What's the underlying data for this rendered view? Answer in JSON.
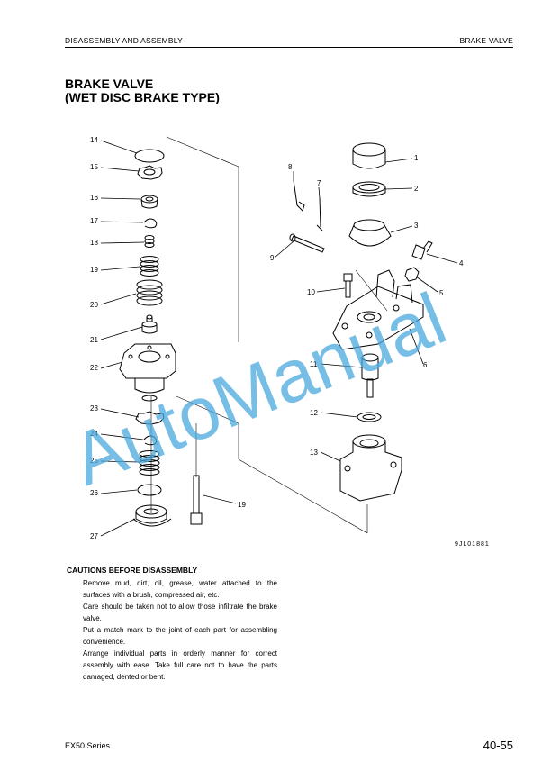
{
  "header": {
    "section": "DISASSEMBLY AND ASSEMBLY",
    "topic": "BRAKE VALVE"
  },
  "title": {
    "line1": "BRAKE VALVE",
    "line2": "(WET DISC BRAKE TYPE)"
  },
  "diagram": {
    "callouts": [
      "1",
      "2",
      "3",
      "4",
      "5",
      "6",
      "7",
      "8",
      "9",
      "10",
      "11",
      "12",
      "13",
      "14",
      "15",
      "16",
      "17",
      "18",
      "19",
      "20",
      "21",
      "22",
      "23",
      "24",
      "25",
      "26",
      "27",
      "19"
    ],
    "drawing_code": "9JL01881",
    "watermark": "AutoManual",
    "watermark_color": "#4aa8de"
  },
  "cautions": {
    "heading": "CAUTIONS BEFORE DISASSEMBLY",
    "items": [
      "Remove mud, dirt, oil, grease, water attached to the surfaces with a brush, compressed air, etc.",
      "Care should be taken not to allow those infiltrate the brake valve.",
      "Put a match mark to the joint of each part for assembling convenience.",
      "Arrange individual parts in orderly manner for correct assembly with ease. Take full care not to have the parts damaged, dented or bent."
    ]
  },
  "footer": {
    "series": "EX50 Series",
    "page": "40-55"
  }
}
